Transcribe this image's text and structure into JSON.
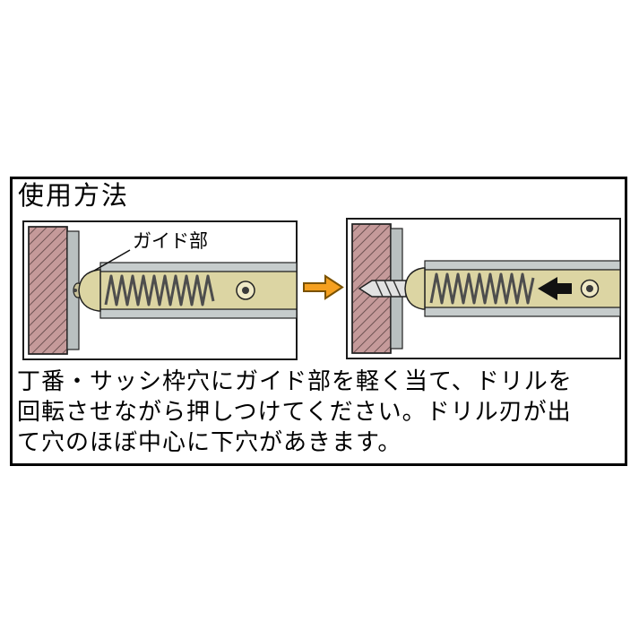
{
  "title": "使用方法",
  "diagram": {
    "guide_label": "ガイド部"
  },
  "description": {
    "line1": "丁番・サッシ枠穴にガイド部を軽く当て、ドリルを",
    "line2": "回転させながら押しつけてください。ドリル刃が出",
    "line3": "て穴のほぼ中心に下穴があきます。"
  },
  "colors": {
    "wall": "#c59a9a",
    "hatch": "#6e5252",
    "sash": "#b9c0c0",
    "sleeve": "#c6cccc",
    "body": "#dcd5a3",
    "body_light": "#efe9c6",
    "spring": "#4d4d4d",
    "drill": "#e2e2e2",
    "arrow_orange": "#f5a020",
    "arrow_orange_outline": "#7a5200",
    "arrow_black": "#111111"
  }
}
